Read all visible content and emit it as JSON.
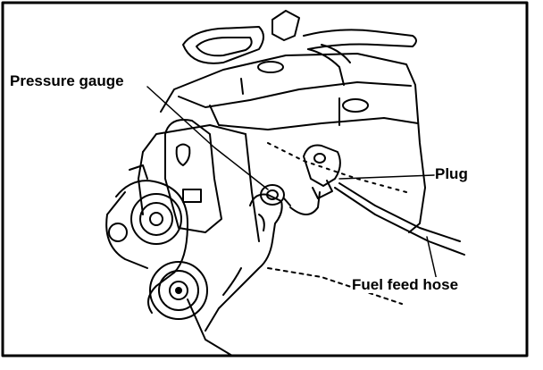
{
  "labels": {
    "pressure_gauge": "Pressure gauge",
    "plug": "Plug",
    "fuel_feed_hose": "Fuel feed hose"
  }
}
